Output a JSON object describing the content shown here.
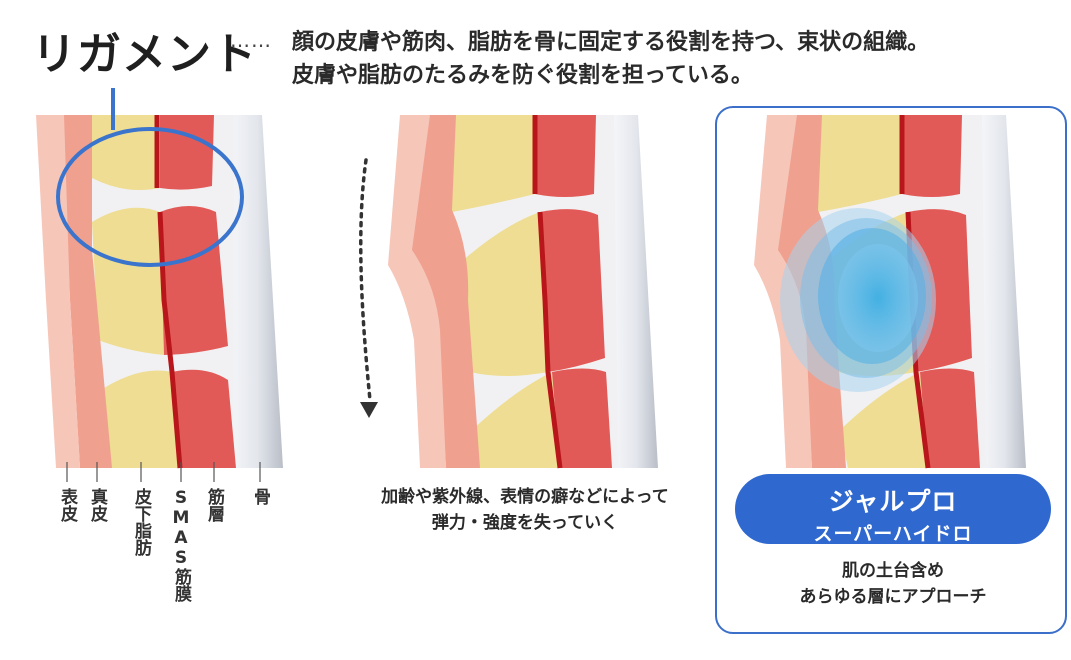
{
  "header": {
    "title": "リガメント",
    "dots": "……",
    "description_line1": "顔の皮膚や筋肉、脂肪を骨に固定する役割を持つ、束状の組織。",
    "description_line2": "皮膚や脂肪のたるみを防ぐ役割を担っている。"
  },
  "layers": [
    {
      "label": "表皮",
      "color": "#f6c6b9"
    },
    {
      "label": "真皮",
      "color": "#f0a08f"
    },
    {
      "label": "皮下脂肪",
      "color": "#eedd92"
    },
    {
      "label": "SMAS筋膜",
      "color": "#b8161b"
    },
    {
      "label": "筋層",
      "color": "#e25a57"
    },
    {
      "label": "骨",
      "color": "#e6e8ee"
    }
  ],
  "panel2": {
    "caption_line1": "加齢や紫外線、表情の癖などによって",
    "caption_line2": "弾力・強度を失っていく"
  },
  "panel3": {
    "product_line1": "ジャルプロ",
    "product_line2": "スーパーハイドロ",
    "caption_line1": "肌の土台含め",
    "caption_line2": "あらゆる層にアプローチ",
    "accent_color": "#2f68cf"
  }
}
